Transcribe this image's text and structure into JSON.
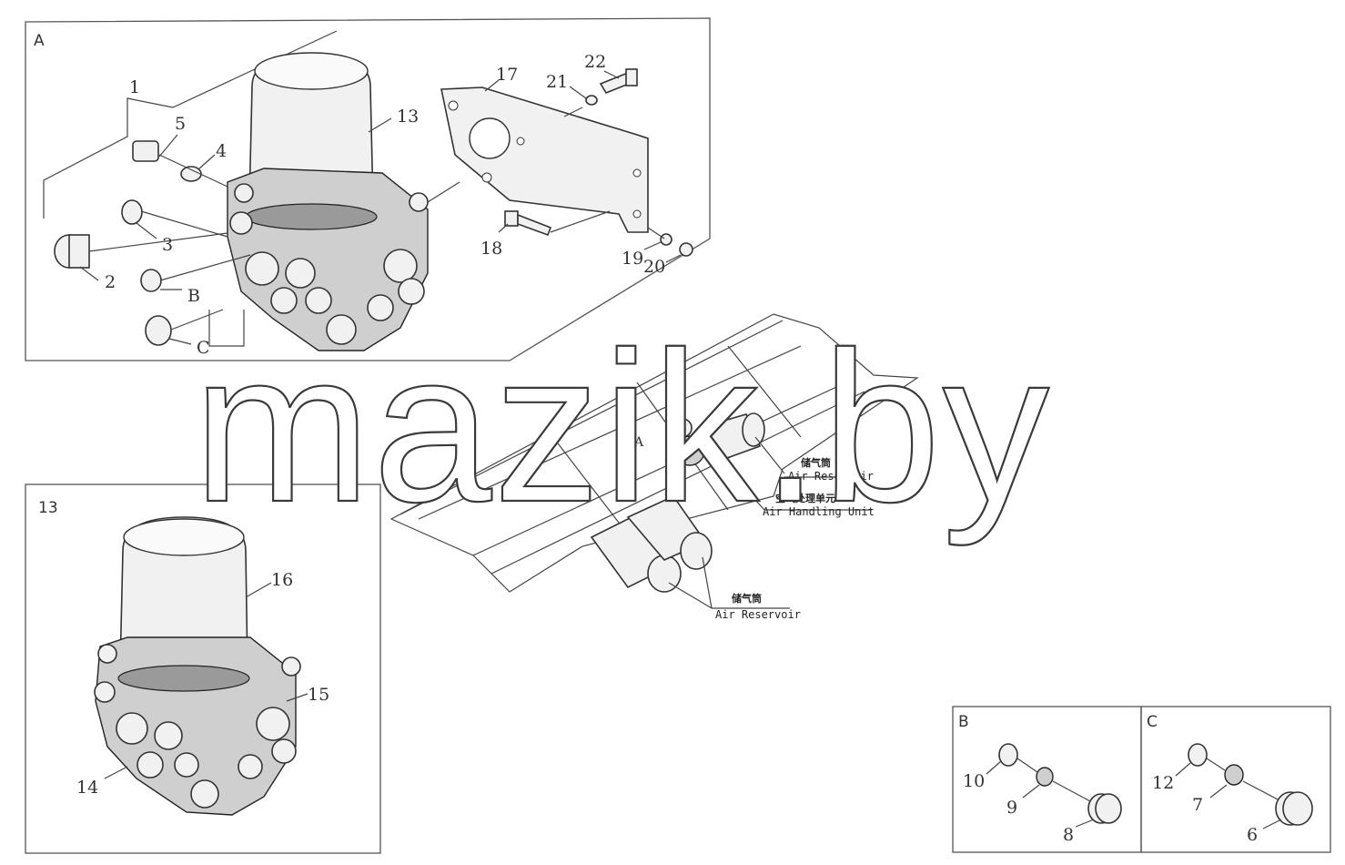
{
  "panels": {
    "a": {
      "letter": "A"
    },
    "p13": {
      "letter": "13"
    },
    "b": {
      "letter": "B"
    },
    "c": {
      "letter": "C"
    }
  },
  "callouts": {
    "n1": "1",
    "n2": "2",
    "n3": "3",
    "n4": "4",
    "n5": "5",
    "nb": "B",
    "nc": "C",
    "n13": "13",
    "n17": "17",
    "n18": "18",
    "n19": "19",
    "n20": "20",
    "n21": "21",
    "n22": "22",
    "n14": "14",
    "n15": "15",
    "n16": "16",
    "n6": "6",
    "n7": "7",
    "n8": "8",
    "n9": "9",
    "n10": "10",
    "n11": "12",
    "chassis_a": "A"
  },
  "captions": {
    "reservoir_top_zh": "储气筒",
    "reservoir_top_en": "Air Reservoir",
    "handling_zh": "空气处理单元",
    "handling_en": "Air Handling Unit",
    "reservoir_bottom_zh": "储气筒",
    "reservoir_bottom_en": "Air Reservoir"
  },
  "watermark": "mazik.by"
}
